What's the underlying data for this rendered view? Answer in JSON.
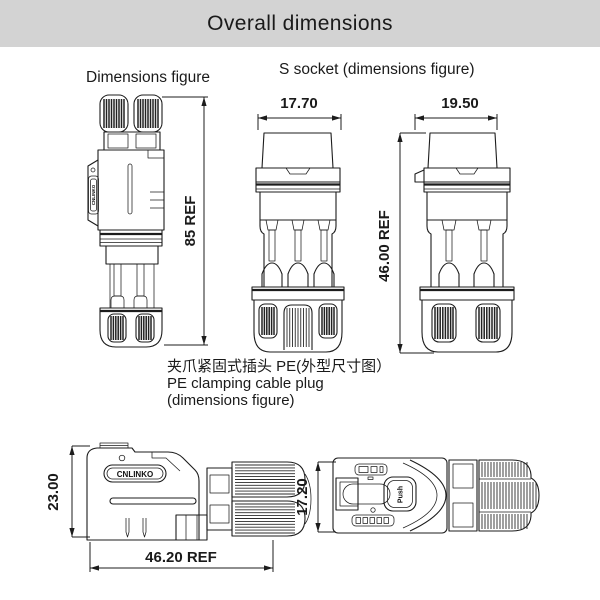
{
  "page": {
    "title": "Overall dimensions"
  },
  "captions": {
    "plug_overview": "Dimensions figure",
    "socket": "S socket (dimensions figure)",
    "plug_zh": "夹爪紧固式插头 PE(外型尺寸图）",
    "plug_en1": "PE clamping cable plug",
    "plug_en2": "(dimensions figure)"
  },
  "dims": {
    "plug_overview_height": "85 REF",
    "socket_front_width": "17.70",
    "socket_side_width": "19.50",
    "socket_height": "46.00 REF",
    "plug_side_height": "23.00",
    "plug_side_length": "46.20 REF",
    "plug_top_height": "17.20"
  },
  "labels": {
    "brand": "CNLINKO",
    "push": "Push"
  },
  "colors": {
    "banner_bg": "#d3d3d3",
    "line": "#1c1c1c",
    "text": "#1a1a1a"
  }
}
